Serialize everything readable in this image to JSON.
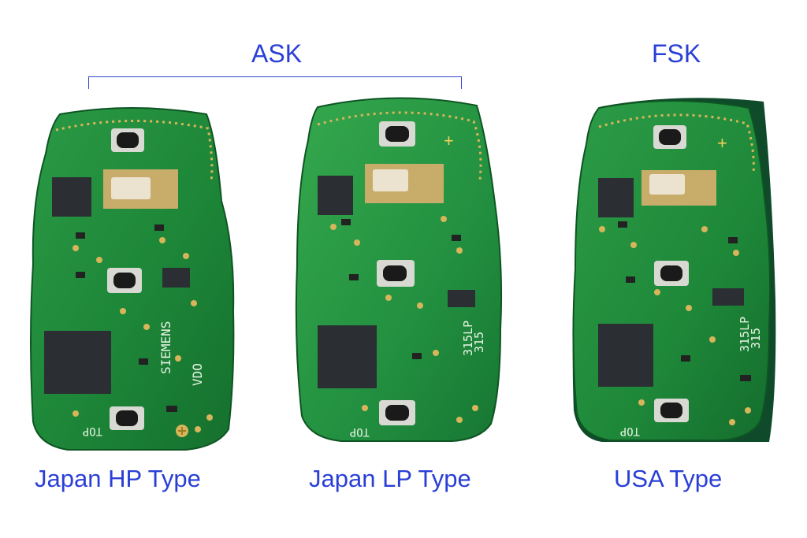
{
  "groups": {
    "ask": "ASK",
    "fsk": "FSK"
  },
  "boards": [
    {
      "caption": "Japan HP Type",
      "silk_brand": "SIEMENS",
      "silk_sub": "VDO",
      "silk_top": "TOP"
    },
    {
      "caption": "Japan LP Type",
      "silk_code": "315LP",
      "silk_code2": "315",
      "silk_top": "TOP"
    },
    {
      "caption": "USA Type",
      "silk_code": "315LP",
      "silk_code2": "315",
      "silk_top": "TOP"
    }
  ],
  "colors": {
    "label": "#2a3fd6",
    "pcb": "#1f8a3c",
    "pcb_dark": "#11612a",
    "gold": "#d8b55a",
    "chip": "#2b2f33"
  }
}
